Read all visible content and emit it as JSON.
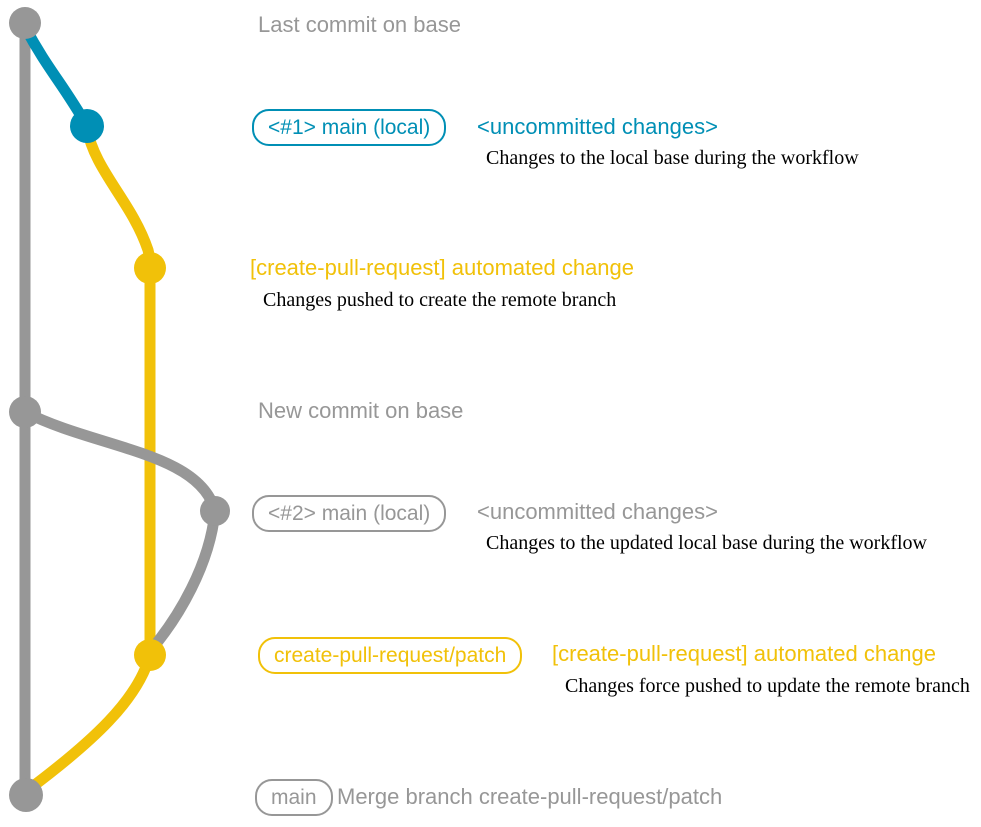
{
  "colors": {
    "gray": "#979797",
    "blue": "#008fb5",
    "yellow": "#f1c109",
    "black": "#000000",
    "background": "#ffffff"
  },
  "rows": [
    {
      "label": "Last commit on base"
    },
    {
      "badge": "<#1> main (local)",
      "label": "<uncommitted changes>",
      "note": "Changes to the local base during the workflow"
    },
    {
      "label": "[create-pull-request] automated change",
      "note": "Changes pushed to create the remote branch"
    },
    {
      "label": "New commit on base"
    },
    {
      "badge": "<#2> main (local)",
      "label": "<uncommitted changes>",
      "note": "Changes to the updated local base during the workflow"
    },
    {
      "badge": "create-pull-request/patch",
      "label": "[create-pull-request] automated change",
      "note": "Changes force pushed to update the remote branch"
    },
    {
      "badge": "main",
      "label": "Merge branch create-pull-request/patch"
    }
  ]
}
